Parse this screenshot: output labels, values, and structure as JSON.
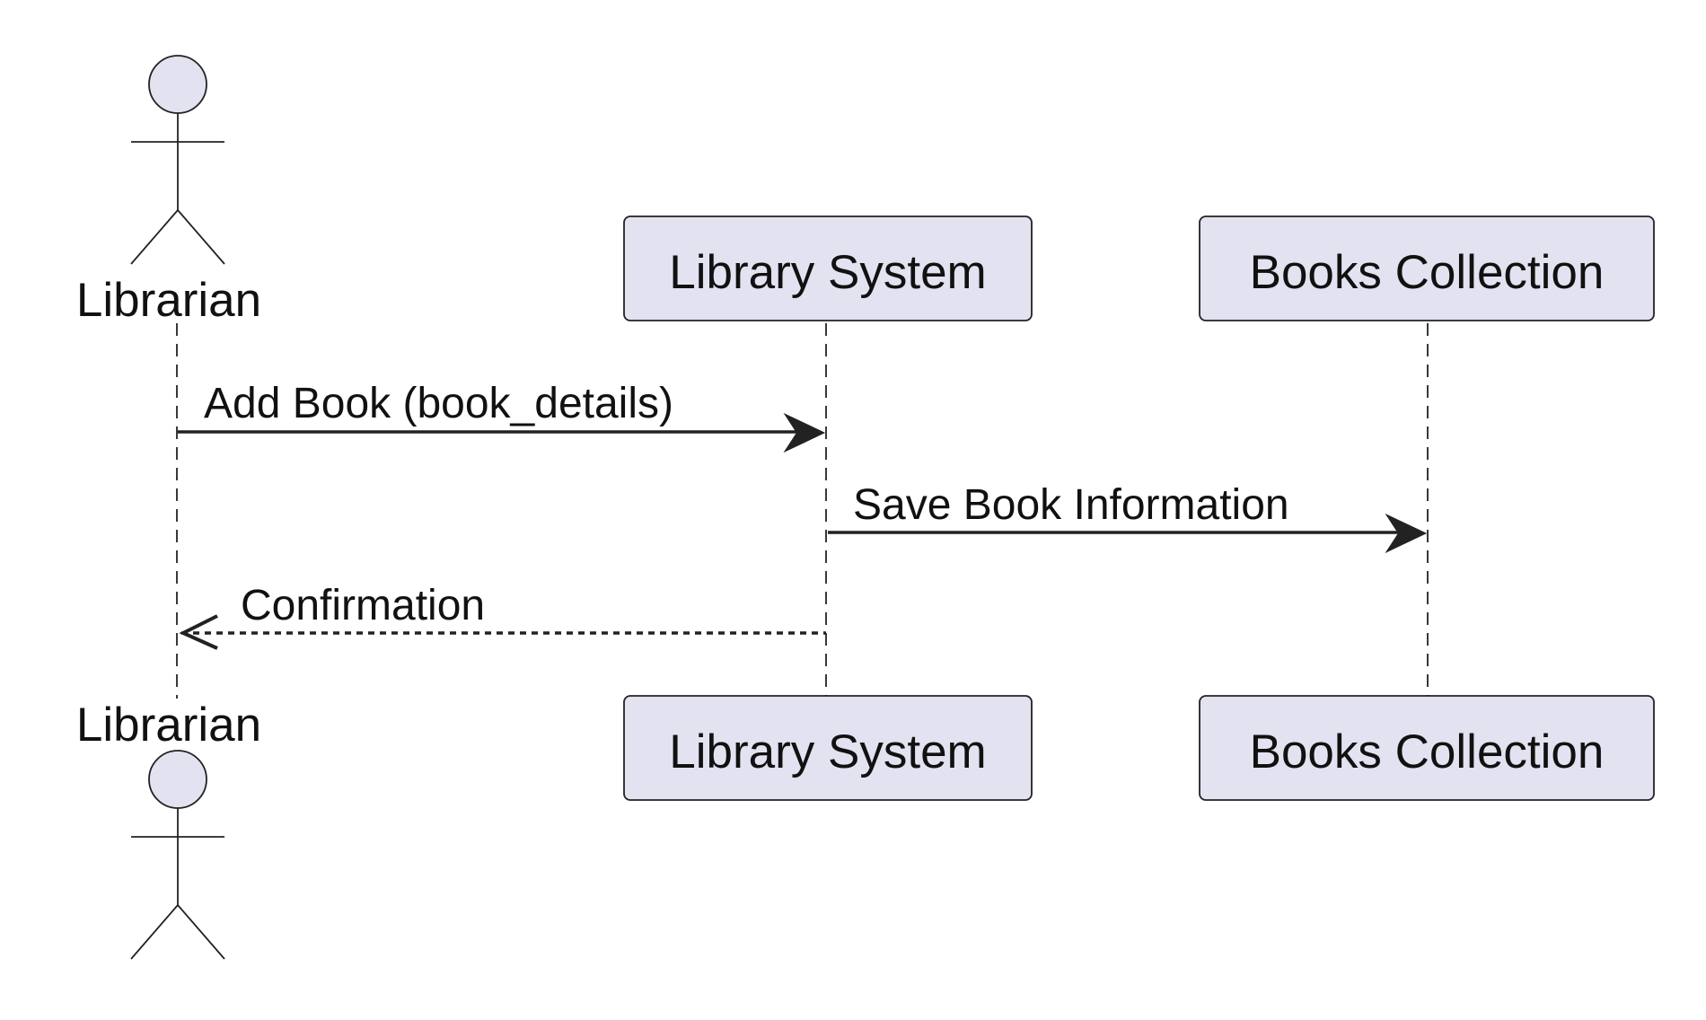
{
  "participants": {
    "librarian": {
      "label": "Librarian",
      "kind": "actor"
    },
    "library_system": {
      "label": "Library System",
      "kind": "participant"
    },
    "books_collection": {
      "label": "Books Collection",
      "kind": "participant"
    }
  },
  "messages": [
    {
      "from": "librarian",
      "to": "library_system",
      "label": "Add Book (book_details)",
      "style": "solid"
    },
    {
      "from": "library_system",
      "to": "books_collection",
      "label": "Save Book Information",
      "style": "solid"
    },
    {
      "from": "library_system",
      "to": "librarian",
      "label": "Confirmation",
      "style": "dashed"
    }
  ],
  "colors": {
    "participant_fill": "#e2e2f0",
    "line": "#222222",
    "text": "#111111"
  }
}
